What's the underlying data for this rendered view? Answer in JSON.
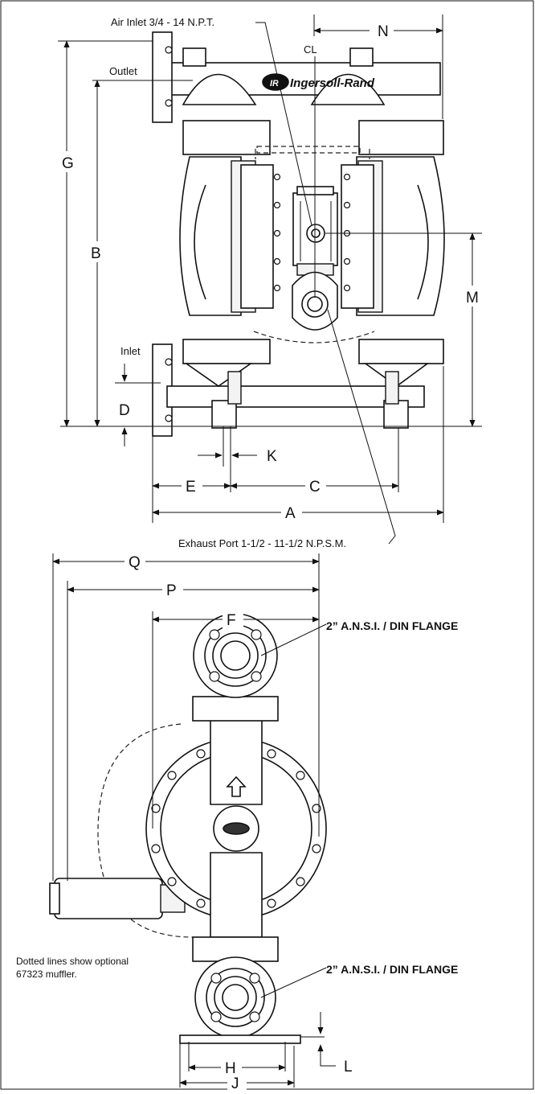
{
  "labels": {
    "air_inlet": "Air Inlet 3/4 - 14 N.P.T.",
    "centerline": "CL",
    "outlet": "Outlet",
    "inlet": "Inlet",
    "exhaust_port": "Exhaust Port 1-1/2 - 11-1/2 N.P.S.M.",
    "flange_top": "2” A.N.S.I. / DIN FLANGE",
    "flange_bottom": "2” A.N.S.I. / DIN FLANGE",
    "muffler_note_line1": "Dotted lines show optional",
    "muffler_note_line2": "67323 muffler.",
    "brand": "Ingersoll-Rand",
    "brand_logo": "IR"
  },
  "dimensions": {
    "a": "A",
    "b": "B",
    "c": "C",
    "d": "D",
    "e": "E",
    "f": "F",
    "g": "G",
    "h": "H",
    "j": "J",
    "k": "K",
    "l": "L",
    "m": "M",
    "n": "N",
    "p": "P",
    "q": "Q"
  },
  "icons": {
    "flow_arrow": "up-arrow-icon",
    "brand_logo": "ingersoll-rand-logo"
  }
}
